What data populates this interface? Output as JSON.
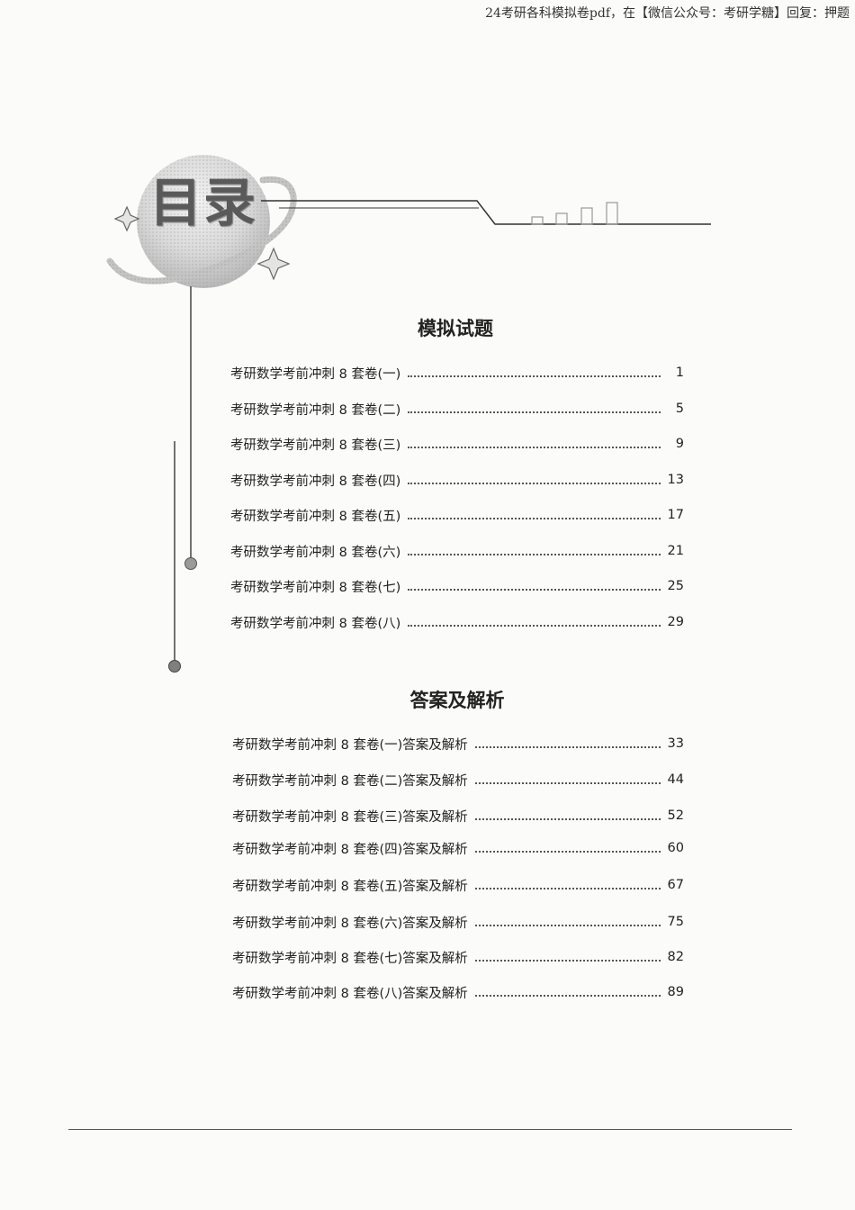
{
  "watermark": "24考研各科模拟卷pdf，在【微信公众号：考研学糖】回复：押题",
  "header": {
    "title": "目录"
  },
  "sections": [
    {
      "heading": "模拟试题",
      "items": [
        {
          "label": "考研数学考前冲刺 8 套卷(一)",
          "page": "1"
        },
        {
          "label": "考研数学考前冲刺 8 套卷(二)",
          "page": "5"
        },
        {
          "label": "考研数学考前冲刺 8 套卷(三)",
          "page": "9"
        },
        {
          "label": "考研数学考前冲刺 8 套卷(四)",
          "page": "13"
        },
        {
          "label": "考研数学考前冲刺 8 套卷(五)",
          "page": "17"
        },
        {
          "label": "考研数学考前冲刺 8 套卷(六)",
          "page": "21"
        },
        {
          "label": "考研数学考前冲刺 8 套卷(七)",
          "page": "25"
        },
        {
          "label": "考研数学考前冲刺 8 套卷(八)",
          "page": "29"
        }
      ]
    },
    {
      "heading": "答案及解析",
      "items": [
        {
          "label": "考研数学考前冲刺 8 套卷(一)答案及解析",
          "page": "33"
        },
        {
          "label": "考研数学考前冲刺 8 套卷(二)答案及解析",
          "page": "44"
        },
        {
          "label": "考研数学考前冲刺 8 套卷(三)答案及解析",
          "page": "52"
        },
        {
          "label": "考研数学考前冲刺 8 套卷(四)答案及解析",
          "page": "60"
        },
        {
          "label": "考研数学考前冲刺 8 套卷(五)答案及解析",
          "page": "67"
        },
        {
          "label": "考研数学考前冲刺 8 套卷(六)答案及解析",
          "page": "75"
        },
        {
          "label": "考研数学考前冲刺 8 套卷(七)答案及解析",
          "page": "82"
        },
        {
          "label": "考研数学考前冲刺 8 套卷(八)答案及解析",
          "page": "89"
        }
      ]
    }
  ]
}
